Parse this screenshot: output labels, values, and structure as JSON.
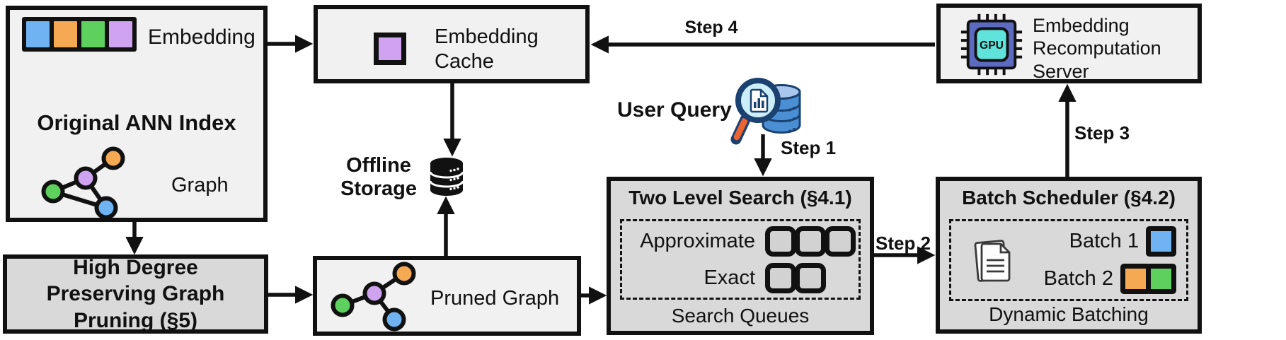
{
  "ann": {
    "title": "Original ANN Index",
    "embedding_label": "Embedding",
    "graph_label": "Graph",
    "embedding_colors": [
      "blue",
      "orange",
      "green",
      "purple"
    ]
  },
  "cache": {
    "label": "Embedding Cache"
  },
  "server": {
    "label": "Embedding Recomputation Server",
    "chip_text": "GPU"
  },
  "storage": {
    "label": "Offline Storage"
  },
  "query": {
    "label": "User Query"
  },
  "two_level": {
    "title": "Two Level Search (§4.1)",
    "approximate_label": "Approximate",
    "approximate_slots": 3,
    "exact_label": "Exact",
    "exact_slots": 2,
    "footer": "Search Queues"
  },
  "batch": {
    "title": "Batch Scheduler (§4.2)",
    "batch1_label": "Batch 1",
    "batch1_colors": [
      "blue"
    ],
    "batch2_label": "Batch 2",
    "batch2_colors": [
      "orange",
      "green"
    ],
    "footer": "Dynamic Batching"
  },
  "pruning": {
    "title": "High Degree Preserving Graph Pruning (§5)"
  },
  "pruned": {
    "label": "Pruned Graph"
  },
  "steps": {
    "s1": "Step 1",
    "s2": "Step 2",
    "s3": "Step 3",
    "s4": "Step 4"
  },
  "colors": {
    "node_blue": "#6fb3f3",
    "node_orange": "#f6a953",
    "node_green": "#5ed05e",
    "node_purple": "#cfa3ef",
    "box_light": "#f1f1f1",
    "box_dark": "#d9d9d9",
    "outline": "#111111",
    "gpu_chip": "#5c6bc0",
    "gpu_core": "#5fe3da",
    "query_db_blue": "#4a8fd4",
    "query_db_top": "#a9c6ec",
    "query_navy": "#1b4170",
    "lens_fill": "#cceef9",
    "handle_orange": "#ec6430"
  }
}
